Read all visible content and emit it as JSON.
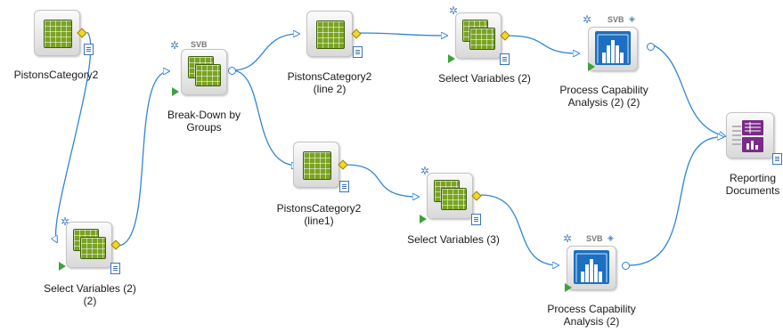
{
  "canvas": {
    "background": "#ffffff",
    "wire_color": "#2f86d6"
  },
  "nodes": {
    "pc2_top": {
      "label": [
        "PistonsCategory2"
      ],
      "icon": "spreadsheet-icon"
    },
    "select_bottom_left": {
      "label": [
        "Select Variables (2)",
        "(2)"
      ],
      "icon": "select-variables-icon"
    },
    "breakdown": {
      "label": [
        "Break-Down by",
        "Groups"
      ],
      "icon": "break-down-icon",
      "badge": "SVB"
    },
    "pc2_line2": {
      "label": [
        "PistonsCategory2",
        "(line 2)"
      ],
      "icon": "spreadsheet-icon"
    },
    "select_top": {
      "label": [
        "Select Variables (2)"
      ],
      "icon": "select-variables-icon"
    },
    "pca_top": {
      "label": [
        "Process Capability",
        "Analysis (2) (2)"
      ],
      "icon": "process-capability-icon",
      "badge": "SVB"
    },
    "reporting": {
      "label": [
        "Reporting",
        "Documents"
      ],
      "icon": "reporting-documents-icon"
    },
    "pc2_line1": {
      "label": [
        "PistonsCategory2",
        "(line1)"
      ],
      "icon": "spreadsheet-icon"
    },
    "select_mid": {
      "label": [
        "Select Variables (3)"
      ],
      "icon": "select-variables-icon"
    },
    "pca_bottom": {
      "label": [
        "Process Capability",
        "Analysis (2)"
      ],
      "icon": "process-capability-icon",
      "badge": "SVB"
    }
  }
}
